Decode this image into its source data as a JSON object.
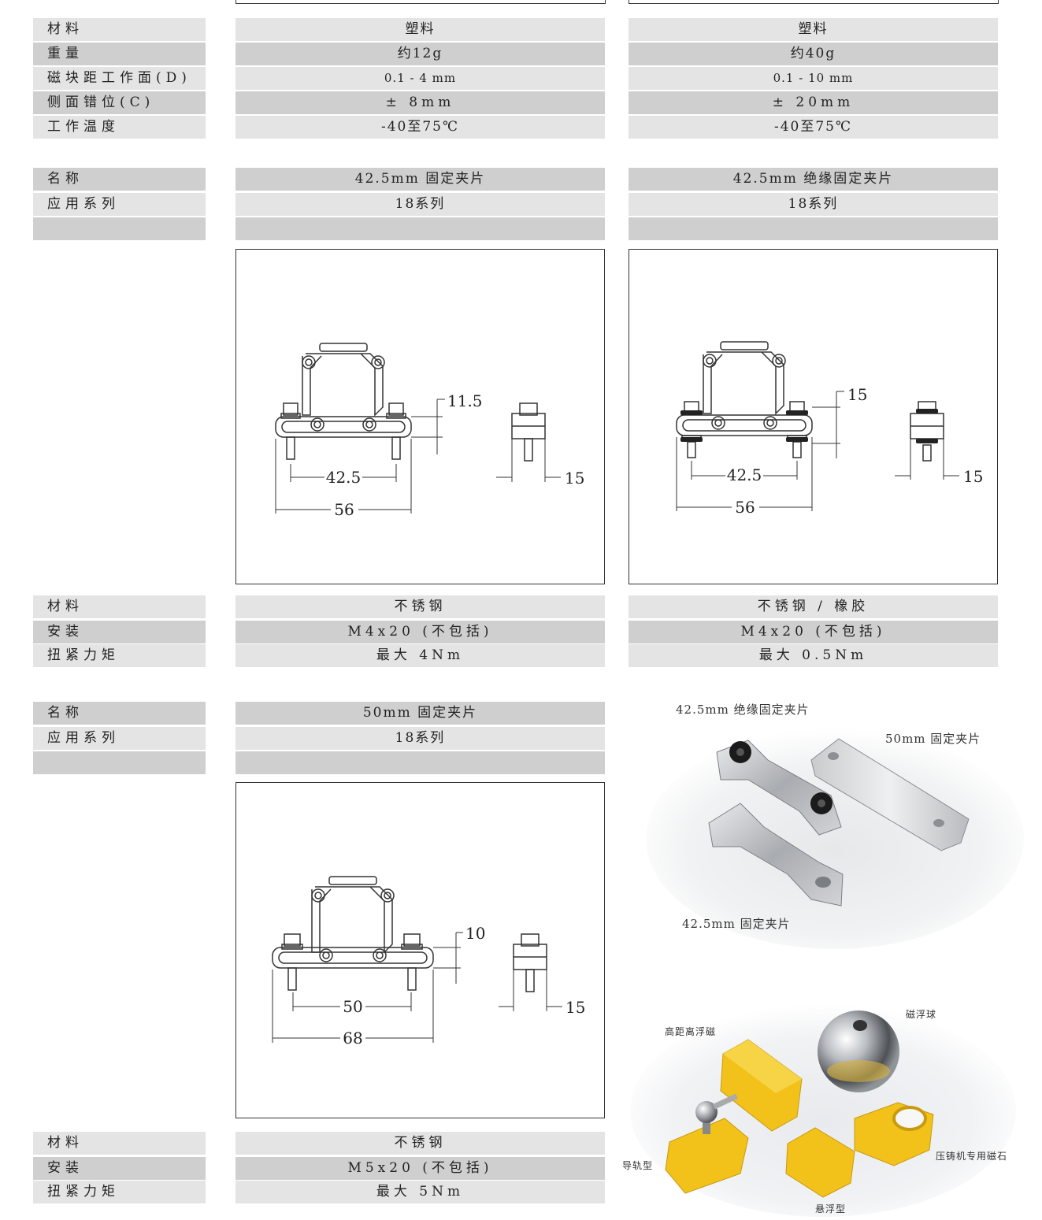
{
  "block1": {
    "rows": [
      {
        "label": "材料",
        "c1": "塑料",
        "c2": "塑料"
      },
      {
        "label": "重量",
        "c1": "约12g",
        "c2": "约40g"
      },
      {
        "label": "磁块距工作面(D)",
        "c1": "0.1 - 4 mm",
        "c2": "0.1 - 10 mm"
      },
      {
        "label": "侧面错位(C)",
        "c1": "± 8mm",
        "c2": "± 20mm"
      },
      {
        "label": "工作温度",
        "c1": "-40至75℃",
        "c2": "-40至75℃"
      }
    ]
  },
  "block2": {
    "header": [
      {
        "label": "名称",
        "c1": "42.5mm 固定夹片",
        "c2": "42.5mm 绝缘固定夹片"
      },
      {
        "label": "应用系列",
        "c1": "18系列",
        "c2": "18系列"
      }
    ],
    "drawing1": {
      "dim_height": "11.5",
      "dim_inner": "42.5",
      "dim_outer": "56",
      "dim_side": "15"
    },
    "drawing2": {
      "dim_height": "15",
      "dim_inner": "42.5",
      "dim_outer": "56",
      "dim_side": "15"
    },
    "specs": [
      {
        "label": "材料",
        "c1": "不锈钢",
        "c2": "不锈钢 / 橡胶"
      },
      {
        "label": "安装",
        "c1": "M4x20 (不包括)",
        "c2": "M4x20 (不包括)"
      },
      {
        "label": "扭紧力矩",
        "c1": "最大 4Nm",
        "c2": "最大 0.5Nm"
      }
    ]
  },
  "block3": {
    "header": [
      {
        "label": "名称",
        "c1": "50mm 固定夹片"
      },
      {
        "label": "应用系列",
        "c1": "18系列"
      }
    ],
    "drawing": {
      "dim_height": "10",
      "dim_inner": "50",
      "dim_outer": "68",
      "dim_side": "15"
    },
    "specs": [
      {
        "label": "材料",
        "c1": "不锈钢"
      },
      {
        "label": "安装",
        "c1": "M5x20 (不包括)"
      },
      {
        "label": "扭紧力矩",
        "c1": "最大 5Nm"
      }
    ]
  },
  "photo1": {
    "captions": {
      "insulated": "42.5mm 绝缘固定夹片",
      "clip50": "50mm 固定夹片",
      "clip425": "42.5mm 固定夹片"
    }
  },
  "photo2": {
    "captions": {
      "high_distance": "高距离浮磁",
      "ball": "磁浮球",
      "rail": "导轨型",
      "die_cast": "压铸机专用磁石",
      "suspended": "悬浮型"
    }
  },
  "colors": {
    "row_light": "#e4e4e4",
    "row_dark": "#cfcfcf",
    "yellow": "#f2c21b"
  }
}
